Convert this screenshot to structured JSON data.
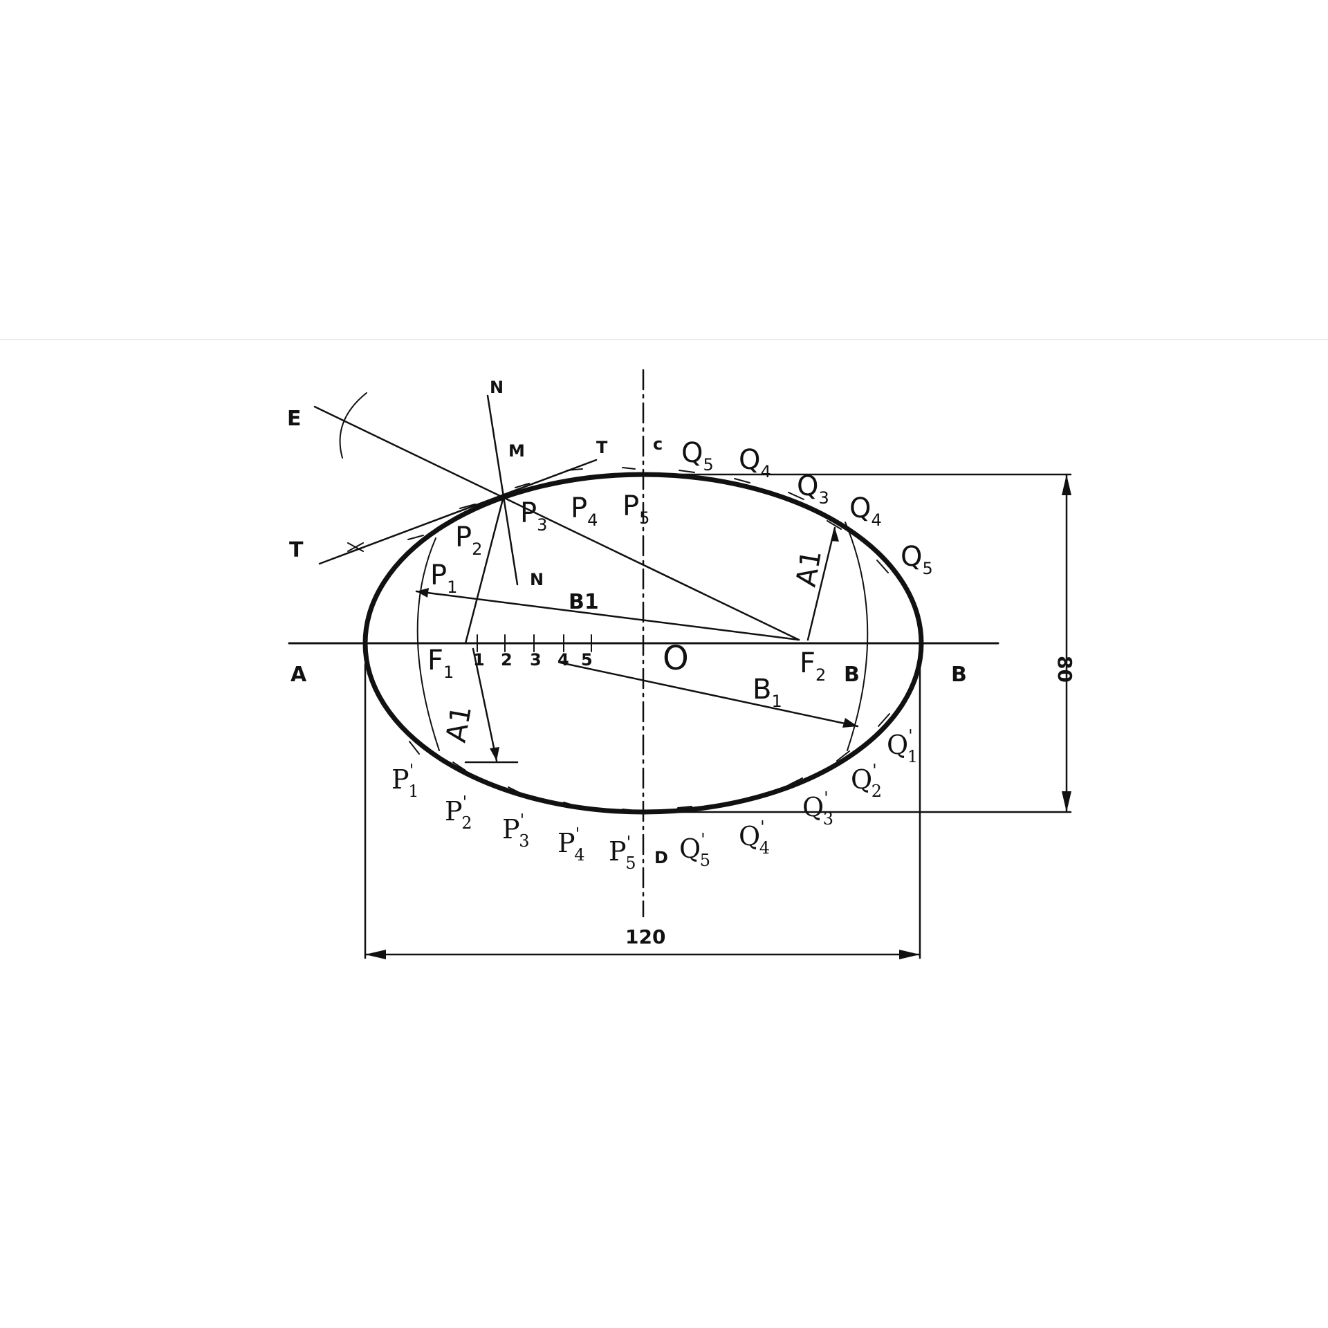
{
  "diagram": {
    "labels": {
      "A_left": "A",
      "B_right": "B",
      "B_inner": "B",
      "E": "E",
      "N_top": "N",
      "N_bottom": "N",
      "M": "M",
      "T_top": "T",
      "T_left": "T",
      "C": "c",
      "D": "D",
      "O": "O",
      "B1_upper": "B1",
      "A1_right": "A1",
      "A1_left": "A1",
      "B1_lower": "B",
      "B1_lower_sub": "1",
      "F1": "F",
      "F1_sub": "1",
      "F2": "F",
      "F2_sub": "2",
      "P": "P",
      "Q": "Q",
      "prime": "'",
      "sub1": "1",
      "sub2": "2",
      "sub3": "3",
      "sub4": "4",
      "sub5": "5"
    },
    "scale_ticks": [
      "1",
      "2",
      "3",
      "4",
      "5"
    ],
    "dimensions": {
      "width": "120",
      "height": "80"
    }
  }
}
